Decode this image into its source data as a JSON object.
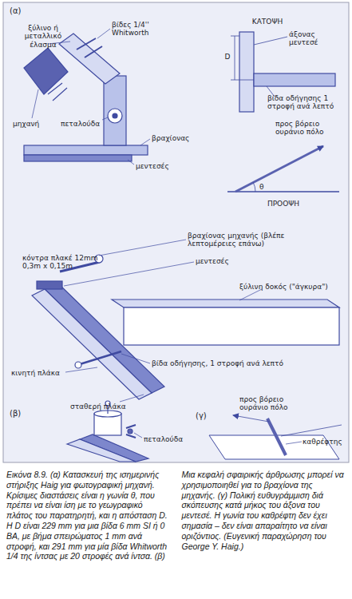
{
  "diagram": {
    "caption": "Εικόνα 8.9. (α) Κατασκευή της ισημερινής στήριξης Haig για φωτογραφική μηχανή. Κρίσιμες διαστάσεις είναι η γωνία θ, που πρέπει να είναι ίση με το γεωγραφικό πλάτος του παρατηρητή, και η απόσταση D. Η D είναι 229 mm για μια βίδα 6 mm SI ή 0 BA, με βήμα σπειρώματος 1 mm ανά στροφή, και 291 mm για μία βίδα Whitworth 1/4 της ίντσας με 20 στροφές ανά ίντσα. (β) Μια κεφαλή σφαιρικής άρθρωσης μπορεί να χρησιμοποιηθεί για το βραχίονα της μηχανής. (γ) Πολική ευθυγράμμιση διά σκόπευσης κατά μήκος του άξονα του μεντεσέ. Η γωνία του καθρέφτη δεν έχει σημασία – δεν είναι απαραίτητο να είναι οριζόντιος. (Ευγενική παραχώρηση του George Y. Haig.)",
    "labels": [
      "(α)",
      "ξύλινο ή μεταλλικό έλασμα",
      "βίδες 1/4'' Whitworth",
      "μηχανή",
      "πεταλούδα",
      "βραχίονας",
      "μεντεσές",
      "ΚΑΤΟΨΗ",
      "άξονας μεντεσέ",
      "D",
      "βίδα οδήγησης 1 στροφή ανά λεπτό",
      "προς βόρειο ουράνιο πόλο",
      "θ",
      "ΠΡΟΟΨΗ",
      "βραχίονας μηχανής (βλέπε λεπτομέρειες επάνω)",
      "κόντρα πλακέ 12mm 0,3m x 0,15m",
      "μεντεσές",
      "ξύλινη δοκός (\"άγκυρα\")",
      "βίδα οδήγησης, 1 στροφή ανά λεπτό",
      "κινητή πλάκα",
      "σταθερή πλάκα",
      "(β)",
      "πεταλούδα",
      "(γ)",
      "προς βόρειο ουράνιο πόλο",
      "καθρέφτης"
    ]
  }
}
